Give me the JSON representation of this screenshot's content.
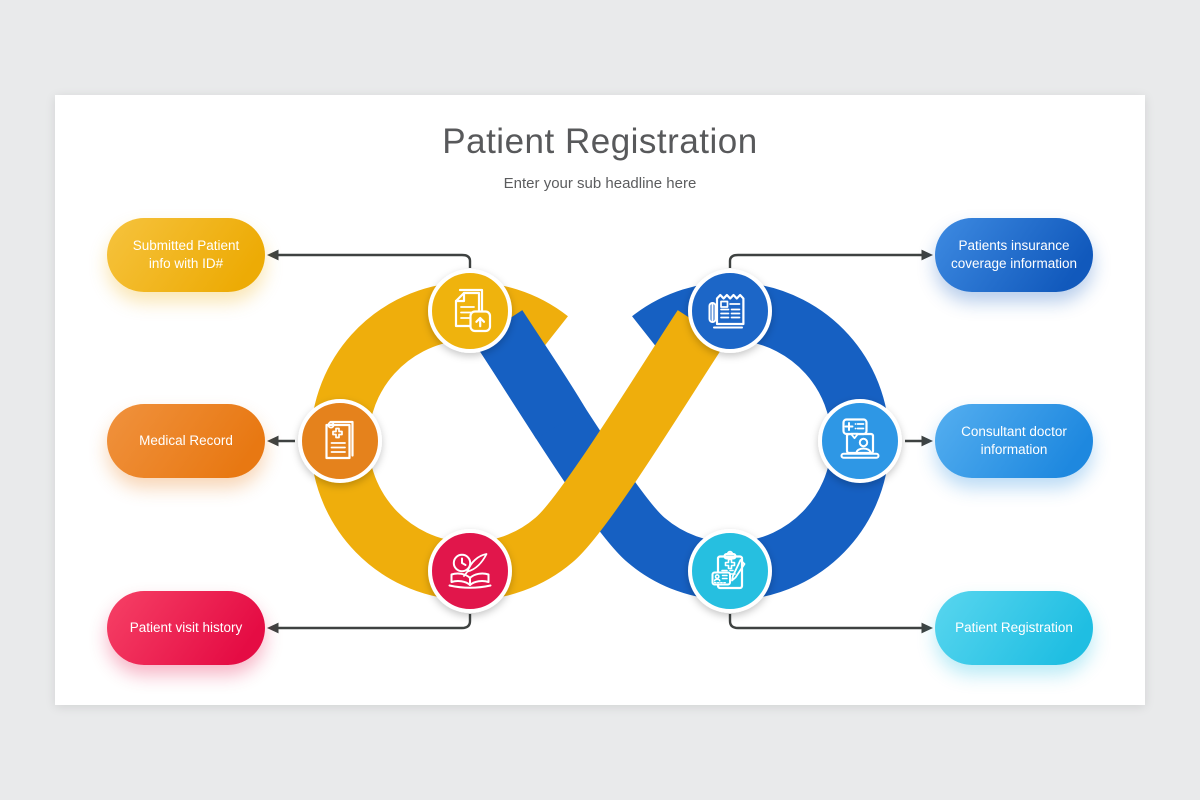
{
  "slide": {
    "title": "Patient Registration",
    "subtitle": "Enter your sub headline here"
  },
  "colors": {
    "background": "#E9EAEB",
    "card": "#FFFFFF",
    "title_text": "#58595B",
    "subtitle_text": "#5B5C5E",
    "connector": "#3E4241",
    "ring_left": "#EFAE0C",
    "ring_right": "#1660C2",
    "icon_stroke": "#FFFFFF"
  },
  "nodes": [
    {
      "label": "Submitted Patient info with ID#",
      "side": "left",
      "position": "top",
      "icon": "upload-document-icon",
      "icon_color": "#EFB30F",
      "pill_from": "#F6C33E",
      "pill_to": "#EDAB05"
    },
    {
      "label": "Medical Record",
      "side": "left",
      "position": "middle",
      "icon": "medical-record-icon",
      "icon_color": "#E5821A",
      "pill_from": "#F0923E",
      "pill_to": "#E87812"
    },
    {
      "label": "Patient visit history",
      "side": "left",
      "position": "bottom",
      "icon": "history-book-icon",
      "icon_color": "#E1164C",
      "pill_from": "#F64166",
      "pill_to": "#E50C44"
    },
    {
      "label": "Patients insurance coverage information",
      "side": "right",
      "position": "top",
      "icon": "invoice-icon",
      "icon_color": "#1B66C7",
      "pill_from": "#3E8BE2",
      "pill_to": "#1159BC"
    },
    {
      "label": "Consultant doctor information",
      "side": "right",
      "position": "middle",
      "icon": "online-consultation-icon",
      "icon_color": "#2D97E5",
      "pill_from": "#55AFF0",
      "pill_to": "#1E88DF"
    },
    {
      "label": "Patient Registration",
      "side": "right",
      "position": "bottom",
      "icon": "registration-form-icon",
      "icon_color": "#25BFE0",
      "pill_from": "#59D6EF",
      "pill_to": "#1FBEE2"
    }
  ]
}
